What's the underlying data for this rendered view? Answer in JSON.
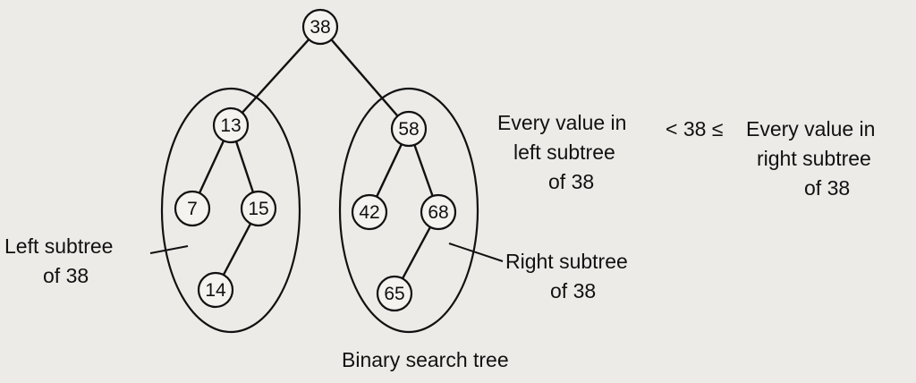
{
  "tree": {
    "nodes": [
      {
        "id": "n38",
        "value": "38"
      },
      {
        "id": "n13",
        "value": "13"
      },
      {
        "id": "n58",
        "value": "58"
      },
      {
        "id": "n7",
        "value": "7"
      },
      {
        "id": "n15",
        "value": "15"
      },
      {
        "id": "n14",
        "value": "14"
      },
      {
        "id": "n42",
        "value": "42"
      },
      {
        "id": "n68",
        "value": "68"
      },
      {
        "id": "n65",
        "value": "65"
      }
    ],
    "edges": [
      [
        "n38",
        "n13"
      ],
      [
        "n38",
        "n58"
      ],
      [
        "n13",
        "n7"
      ],
      [
        "n13",
        "n15"
      ],
      [
        "n15",
        "n14"
      ],
      [
        "n58",
        "n42"
      ],
      [
        "n58",
        "n68"
      ],
      [
        "n68",
        "n65"
      ]
    ]
  },
  "labels": {
    "left_subtree": [
      "Left subtree",
      "of 38"
    ],
    "right_subtree": [
      "Right subtree",
      "of 38"
    ]
  },
  "inequality": {
    "left_text": [
      "Every value in",
      "left subtree",
      "of 38"
    ],
    "middle_text": "< 38 ≤",
    "right_text": [
      "Every value in",
      "right subtree",
      "of 38"
    ]
  },
  "caption": "Binary search tree"
}
